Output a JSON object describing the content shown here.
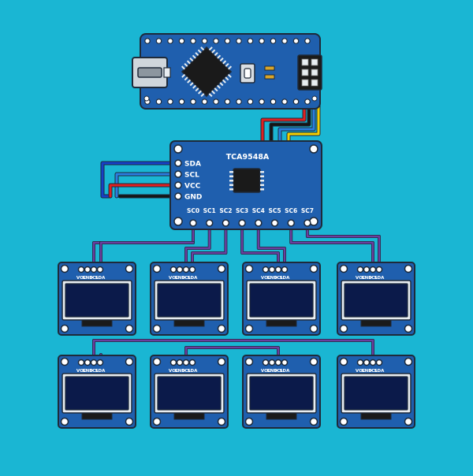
{
  "colors": {
    "background": "#1ab6d3",
    "board": "#1f5fae",
    "board_dark": "#1a4f93",
    "outline": "#1e2a3a",
    "screen": "#0b1a4a",
    "trace": "#6b3fa0",
    "wire_red": "#e02020",
    "wire_black": "#151515",
    "wire_blue": "#2a7ee0",
    "wire_yellow": "#f5d000",
    "wire_navy": "#1740c8",
    "pad_gold": "#d9a62b"
  },
  "controller": {
    "icons": [
      "usb-connector-icon",
      "microchip-icon",
      "reset-button-icon",
      "header-pins-icon"
    ]
  },
  "mux": {
    "title": "TCA9548A",
    "left_pins": [
      "SDA",
      "SCL",
      "VCC",
      "GND"
    ],
    "channels": [
      "SC0",
      "SC1",
      "SC2",
      "SC3",
      "SC4",
      "SC5",
      "SC6",
      "SC7"
    ]
  },
  "displays": {
    "pin_labels": [
      "VCC",
      "GND",
      "SCL",
      "SDA"
    ],
    "rows": 2,
    "per_row": 4
  }
}
